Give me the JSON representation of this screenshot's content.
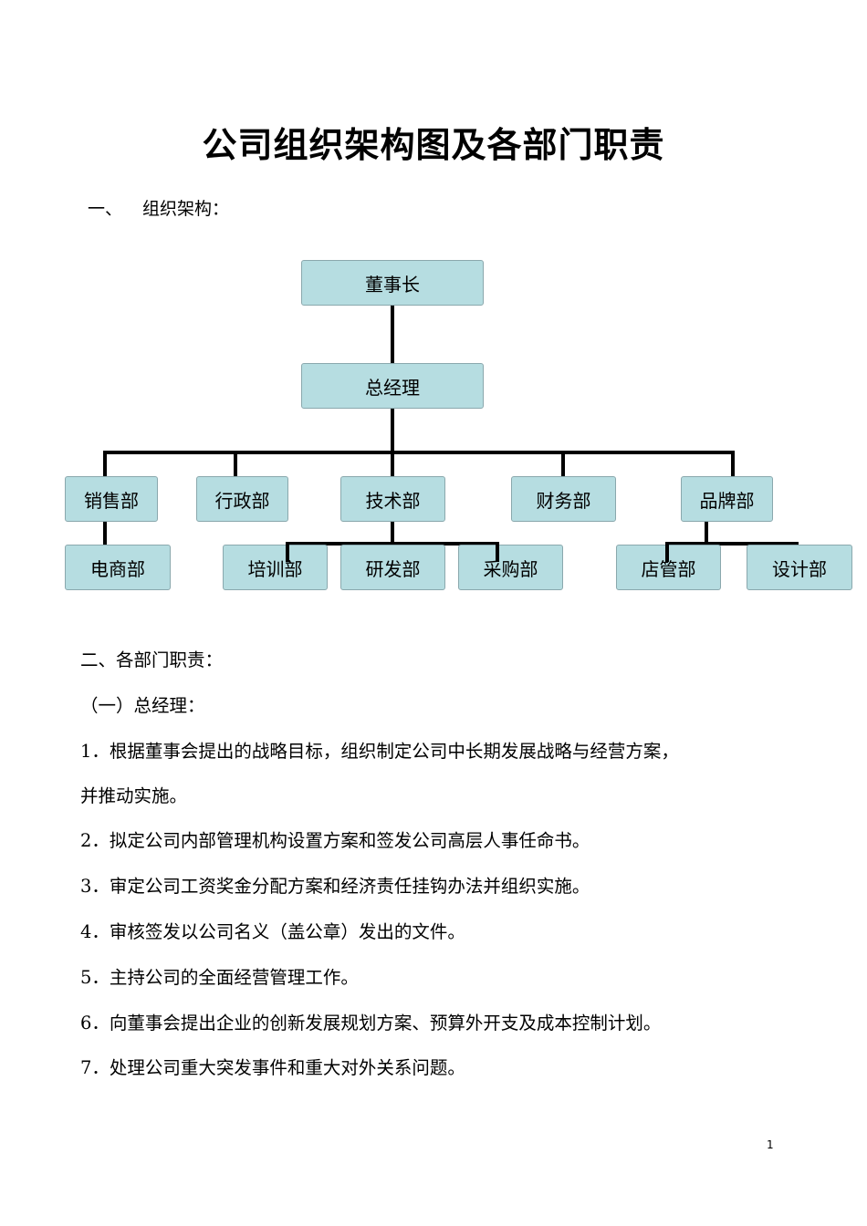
{
  "title": "公司组织架构图及各部门职责",
  "section1": {
    "num": "一、",
    "label": "组织架构："
  },
  "org": {
    "chairman": "董事长",
    "gm": "总经理",
    "sales": "销售部",
    "admin": "行政部",
    "tech": "技术部",
    "finance": "财务部",
    "brand": "品牌部",
    "ecommerce": "电商部",
    "training": "培训部",
    "rnd": "研发部",
    "purchase": "采购部",
    "store": "店管部",
    "design": "设计部"
  },
  "section2": {
    "heading": "二、各部门职责：",
    "sub_heading": "（一）总经理：",
    "items": [
      "1．根据董事会提出的战略目标，组织制定公司中长期发展战略与经营方案，",
      "并推动实施。",
      "2．拟定公司内部管理机构设置方案和签发公司高层人事任命书。",
      "3．审定公司工资奖金分配方案和经济责任挂钩办法并组织实施。",
      "4．审核签发以公司名义（盖公章）发出的文件。",
      "5．主持公司的全面经营管理工作。",
      "6．向董事会提出企业的创新发展规划方案、预算外开支及成本控制计划。",
      "7．处理公司重大突发事件和重大对外关系问题。"
    ]
  },
  "page_number": "1"
}
